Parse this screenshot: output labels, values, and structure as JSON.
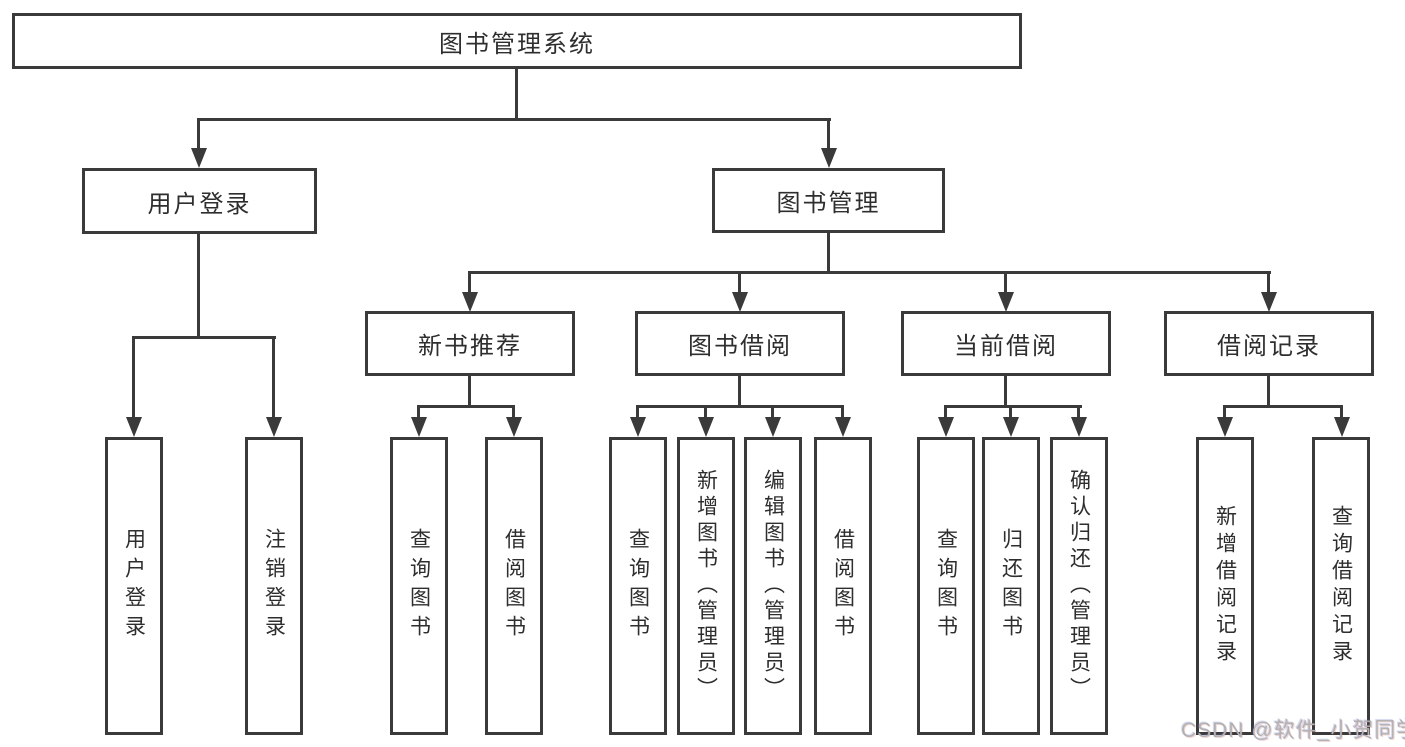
{
  "diagram_title": "图书管理系统",
  "tree": {
    "label": "图书管理系统",
    "children": [
      {
        "label": "用户登录",
        "children": [
          {
            "label": "用户登录"
          },
          {
            "label": "注销登录"
          }
        ]
      },
      {
        "label": "图书管理",
        "children": [
          {
            "label": "新书推荐",
            "children": [
              {
                "label": "查询图书"
              },
              {
                "label": "借阅图书"
              }
            ]
          },
          {
            "label": "图书借阅",
            "children": [
              {
                "label": "查询图书"
              },
              {
                "label": "新增图书（管理员）"
              },
              {
                "label": "编辑图书（管理员）"
              },
              {
                "label": "借阅图书"
              }
            ]
          },
          {
            "label": "当前借阅",
            "children": [
              {
                "label": "查询图书"
              },
              {
                "label": "归还图书"
              },
              {
                "label": "确认归还（管理员）"
              }
            ]
          },
          {
            "label": "借阅记录",
            "children": [
              {
                "label": "新增借阅记录"
              },
              {
                "label": "查询借阅记录"
              }
            ]
          }
        ]
      }
    ]
  },
  "watermark": {
    "text": "CSDN @软件_小贺同学"
  },
  "colors": {
    "line": "#3a3a3a",
    "box_border": "#3a3a3a",
    "text": "#2e2e2e",
    "watermark": "#b2b2b2",
    "background": "#ffffff"
  }
}
